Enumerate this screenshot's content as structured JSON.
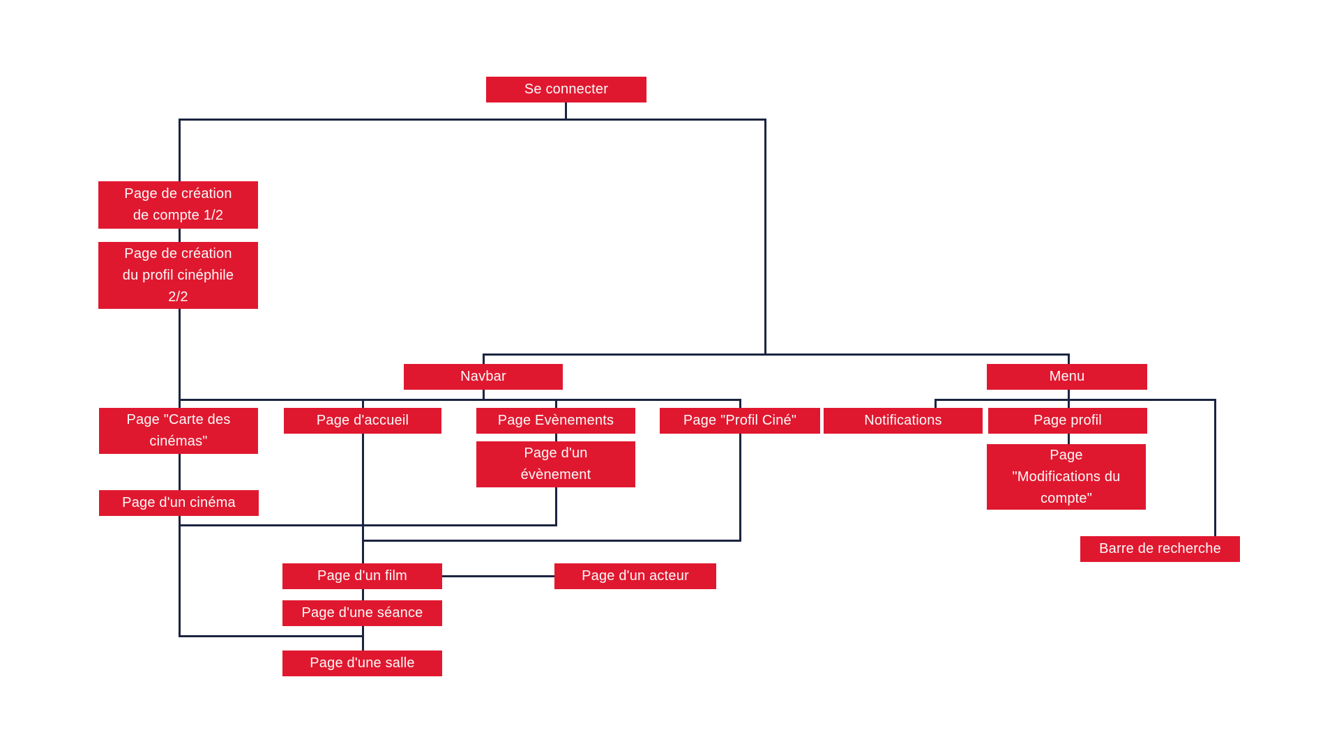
{
  "diagram": {
    "type": "sitemap-flowchart",
    "language": "fr",
    "description": "Arborescence des pages d'une application cinéma"
  },
  "colors": {
    "box_fill": "#e0182f",
    "box_text": "#fafafa",
    "connector": "#1b2440",
    "background": "#ffffff"
  },
  "nodes": {
    "se_connecter": {
      "label": "Se connecter"
    },
    "creation_compte": {
      "label": "Page de création\nde compte 1/2"
    },
    "creation_profil": {
      "label": "Page de création\ndu profil cinéphile\n2/2"
    },
    "navbar": {
      "label": "Navbar"
    },
    "menu": {
      "label": "Menu"
    },
    "carte_cinemas": {
      "label": "Page \"Carte des\ncinémas\""
    },
    "accueil": {
      "label": "Page d'accueil"
    },
    "evenements": {
      "label": "Page Evènements"
    },
    "profil_cine": {
      "label": "Page \"Profil Ciné\""
    },
    "notifications": {
      "label": "Notifications"
    },
    "page_profil": {
      "label": "Page profil"
    },
    "evenement": {
      "label": "Page d'un\névènement"
    },
    "modifications_compte": {
      "label": "Page\n\"Modifications du\ncompte\""
    },
    "cinema": {
      "label": "Page d'un cinéma"
    },
    "barre_recherche": {
      "label": "Barre de recherche"
    },
    "film": {
      "label": "Page d'un film"
    },
    "acteur": {
      "label": "Page d'un acteur"
    },
    "seance": {
      "label": "Page d'une séance"
    },
    "salle": {
      "label": "Page d'une salle"
    }
  }
}
